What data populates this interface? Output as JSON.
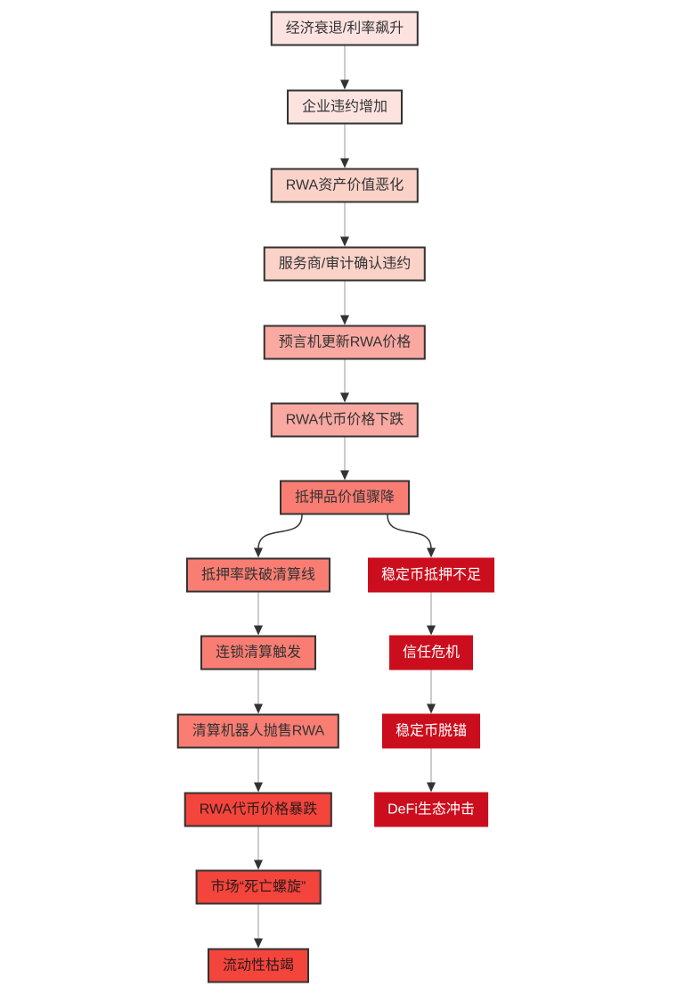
{
  "flowchart": {
    "background_color": "#ffffff",
    "straight_edge_color": "#999999",
    "branch_edge_color": "#333333",
    "arrowhead_color": "#333333",
    "nodes": [
      {
        "id": "n1",
        "label": "经济衰退/利率飙升",
        "fill": "#fce3e0",
        "text_color": "#333333",
        "border_color": "#333333"
      },
      {
        "id": "n2",
        "label": "企业违约增加",
        "fill": "#fce3e0",
        "text_color": "#333333",
        "border_color": "#333333"
      },
      {
        "id": "n3",
        "label": "RWA资产价值恶化",
        "fill": "#fbd2c8",
        "text_color": "#333333",
        "border_color": "#333333"
      },
      {
        "id": "n4",
        "label": "服务商/审计确认违约",
        "fill": "#fbd2c8",
        "text_color": "#333333",
        "border_color": "#333333"
      },
      {
        "id": "n5",
        "label": "预言机更新RWA价格",
        "fill": "#f9a9a1",
        "text_color": "#333333",
        "border_color": "#333333"
      },
      {
        "id": "n6",
        "label": "RWA代币价格下跌",
        "fill": "#f9a9a1",
        "text_color": "#333333",
        "border_color": "#333333"
      },
      {
        "id": "n7",
        "label": "抵押品价值骤降",
        "fill": "#f97d73",
        "text_color": "#333333",
        "border_color": "#333333"
      },
      {
        "id": "n8",
        "label": "抵押率跌破清算线",
        "fill": "#f97d73",
        "text_color": "#333333",
        "border_color": "#333333"
      },
      {
        "id": "n9",
        "label": "连锁清算触发",
        "fill": "#f97d73",
        "text_color": "#333333",
        "border_color": "#333333"
      },
      {
        "id": "n10",
        "label": "清算机器人抛售RWA",
        "fill": "#f97d73",
        "text_color": "#333333",
        "border_color": "#333333"
      },
      {
        "id": "n11",
        "label": "RWA代币价格暴跌",
        "fill": "#f4453c",
        "text_color": "#2b1a1a",
        "border_color": "#333333"
      },
      {
        "id": "n12",
        "label": "市场“死亡螺旋”",
        "fill": "#f4453c",
        "text_color": "#2b1a1a",
        "border_color": "#333333"
      },
      {
        "id": "n13",
        "label": "流动性枯竭",
        "fill": "#f4453c",
        "text_color": "#2b1a1a",
        "border_color": "#333333"
      },
      {
        "id": "r1",
        "label": "稳定币抵押不足",
        "fill": "#cb0e1d",
        "text_color": "#ffffff",
        "border_color": "none"
      },
      {
        "id": "r2",
        "label": "信任危机",
        "fill": "#cb0e1d",
        "text_color": "#ffffff",
        "border_color": "none"
      },
      {
        "id": "r3",
        "label": "稳定币脱锚",
        "fill": "#cb0e1d",
        "text_color": "#ffffff",
        "border_color": "none"
      },
      {
        "id": "r4",
        "label": "DeFi生态冲击",
        "fill": "#cb0e1d",
        "text_color": "#ffffff",
        "border_color": "none"
      }
    ],
    "edges": [
      {
        "from": "n1",
        "to": "n2"
      },
      {
        "from": "n2",
        "to": "n3"
      },
      {
        "from": "n3",
        "to": "n4"
      },
      {
        "from": "n4",
        "to": "n5"
      },
      {
        "from": "n5",
        "to": "n6"
      },
      {
        "from": "n6",
        "to": "n7"
      },
      {
        "from": "n7",
        "to": "n8"
      },
      {
        "from": "n7",
        "to": "r1"
      },
      {
        "from": "n8",
        "to": "n9"
      },
      {
        "from": "n9",
        "to": "n10"
      },
      {
        "from": "n10",
        "to": "n11"
      },
      {
        "from": "n11",
        "to": "n12"
      },
      {
        "from": "n12",
        "to": "n13"
      },
      {
        "from": "r1",
        "to": "r2"
      },
      {
        "from": "r2",
        "to": "r3"
      },
      {
        "from": "r3",
        "to": "r4"
      }
    ]
  }
}
